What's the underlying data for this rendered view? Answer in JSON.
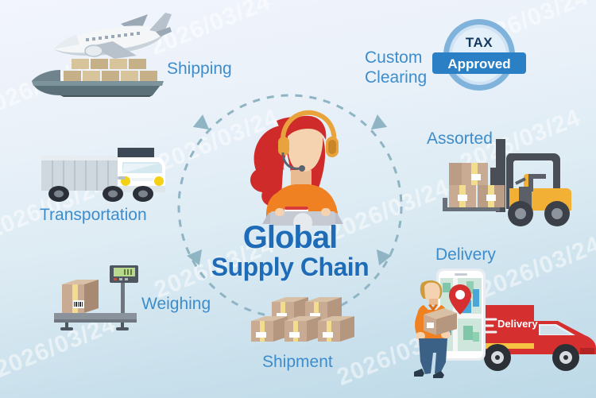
{
  "page": {
    "title": "Global Supply Chain Infographic",
    "watermark": "2026/03/24",
    "background_top": "#f2f5fd",
    "background_bottom": "#bdd9e7",
    "label_color": "#3d8dcc",
    "title_color": "#1e6cb8",
    "ring_color": "#8fb4c4"
  },
  "center": {
    "title_line1": "Global",
    "title_line2": "Supply Chain",
    "character": {
      "name": "support-agent-with-headset",
      "hair_color": "#cf2b2b",
      "shirt_color": "#f08122",
      "skin_color": "#f6d3b0",
      "laptop_color": "#b9bec8"
    }
  },
  "nodes": [
    {
      "id": "shipping",
      "label": "Shipping",
      "icons": [
        "airplane-icon",
        "cargo-ship-icon"
      ]
    },
    {
      "id": "custom-clearing",
      "label": "Custom\nClearing",
      "icons": [
        "tax-approved-badge-icon"
      ]
    },
    {
      "id": "assorted",
      "label": "Assorted",
      "icons": [
        "forklift-icon",
        "stacked-boxes-icon"
      ]
    },
    {
      "id": "delivery",
      "label": "Delivery",
      "icons": [
        "courier-icon",
        "smartphone-map-icon",
        "delivery-truck-icon"
      ]
    },
    {
      "id": "shipment",
      "label": "Shipment",
      "icons": [
        "cardboard-boxes-icon"
      ]
    },
    {
      "id": "weighing",
      "label": "Weighing",
      "icons": [
        "weighing-scale-icon",
        "box-with-barcode-icon"
      ]
    },
    {
      "id": "transportation",
      "label": "Transportation",
      "icons": [
        "box-truck-icon"
      ]
    }
  ],
  "badge": {
    "top_text": "TAX",
    "banner_text": "Approved",
    "ring_outer_color": "#7fb3db",
    "ring_inner_color": "#dceaf7",
    "banner_color": "#2b7fc4",
    "top_text_color": "#14385c"
  },
  "delivery_truck": {
    "side_text": "Delivery",
    "body_color": "#d62f2f",
    "stripe_color": "#f5c242"
  }
}
